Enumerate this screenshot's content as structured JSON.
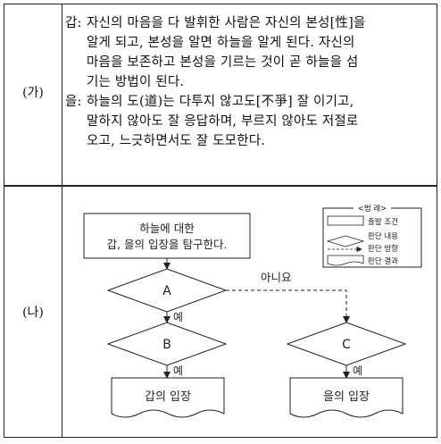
{
  "row1": {
    "label": "(가)",
    "gap": {
      "speaker": "갑:",
      "lines": [
        "자신의 마음을 다 발휘한 사람은 자신의 본성[性]을",
        "알게 되고, 본성을 알면 하늘을 알게 된다. 자신의",
        "마음을 보존하고 본성을 기르는 것이 곧 하늘을 섬",
        "기는 방법이 된다."
      ]
    },
    "eul": {
      "speaker": "을:",
      "lines": [
        "하늘의 도(道)는 다투지 않고도[不爭] 잘 이기고,",
        "말하지 않아도 잘 응답하며, 부르지 않아도 저절로",
        "오고, 느긋하면서도 잘 도모한다."
      ]
    }
  },
  "row2": {
    "label": "(나)",
    "flow": {
      "start_lines": [
        "하늘에 대한",
        "갑, 을의 입장을 탐구한다."
      ],
      "node_a": "A",
      "node_b": "B",
      "node_c": "C",
      "yes": "예",
      "no": "아니요",
      "end_left": "갑의 입장",
      "end_right": "을의 입장"
    },
    "legend": {
      "title": "<범 례>",
      "items": [
        "출발 조건",
        "판단 내용",
        "판단 방향",
        "판단 결과"
      ]
    }
  }
}
